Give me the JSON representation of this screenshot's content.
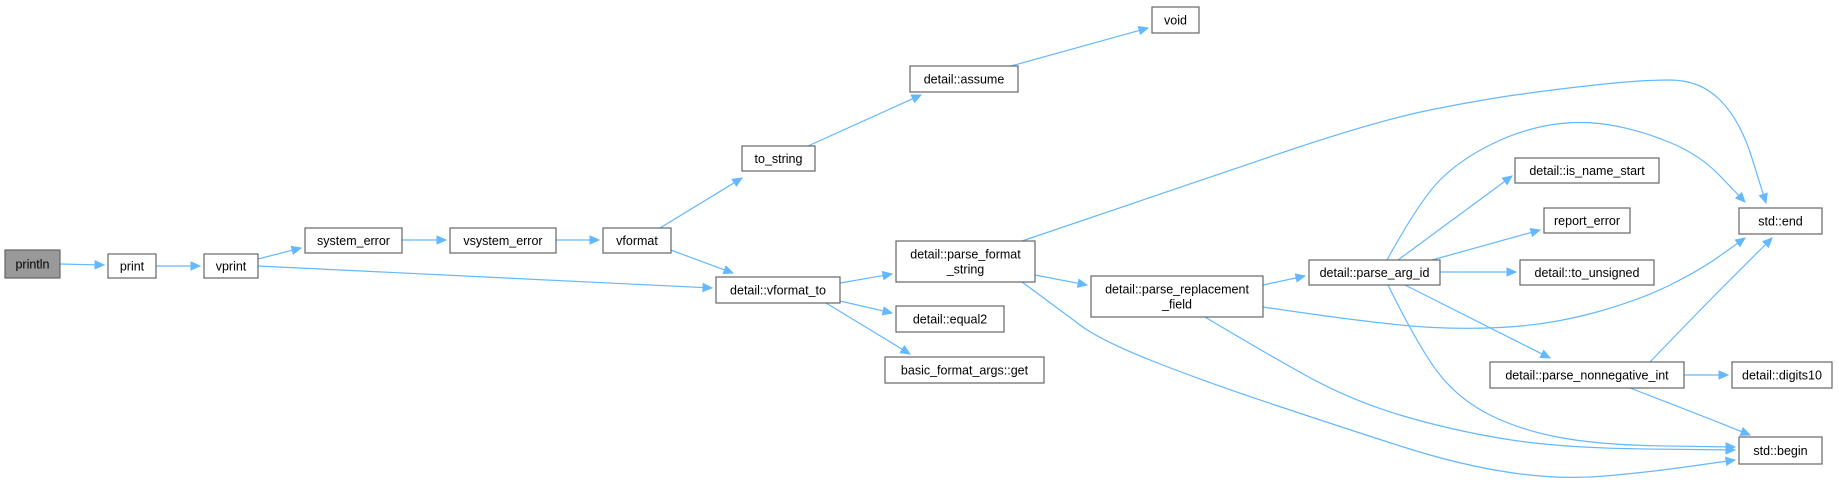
{
  "graph": {
    "nodes": [
      {
        "id": "println",
        "lines": [
          "println"
        ],
        "root": true
      },
      {
        "id": "print",
        "lines": [
          "print"
        ]
      },
      {
        "id": "vprint",
        "lines": [
          "vprint"
        ]
      },
      {
        "id": "system_error",
        "lines": [
          "system_error"
        ]
      },
      {
        "id": "vsystem_error",
        "lines": [
          "vsystem_error"
        ]
      },
      {
        "id": "vformat",
        "lines": [
          "vformat"
        ]
      },
      {
        "id": "to_string",
        "lines": [
          "to_string"
        ]
      },
      {
        "id": "assume",
        "lines": [
          "detail::assume"
        ]
      },
      {
        "id": "void",
        "lines": [
          "void"
        ]
      },
      {
        "id": "vformat_to",
        "lines": [
          "detail::vformat_to"
        ]
      },
      {
        "id": "parse_format_string",
        "lines": [
          "detail::parse_format",
          "_string"
        ]
      },
      {
        "id": "equal2",
        "lines": [
          "detail::equal2"
        ]
      },
      {
        "id": "bfa_get",
        "lines": [
          "basic_format_args::get"
        ]
      },
      {
        "id": "parse_replacement_field",
        "lines": [
          "detail::parse_replacement",
          "_field"
        ]
      },
      {
        "id": "parse_arg_id",
        "lines": [
          "detail::parse_arg_id"
        ]
      },
      {
        "id": "is_name_start",
        "lines": [
          "detail::is_name_start"
        ]
      },
      {
        "id": "report_error",
        "lines": [
          "report_error"
        ]
      },
      {
        "id": "to_unsigned",
        "lines": [
          "detail::to_unsigned"
        ]
      },
      {
        "id": "parse_nonnegative_int",
        "lines": [
          "detail::parse_nonnegative_int"
        ]
      },
      {
        "id": "digits10",
        "lines": [
          "detail::digits10"
        ]
      },
      {
        "id": "std_end",
        "lines": [
          "std::end"
        ]
      },
      {
        "id": "std_begin",
        "lines": [
          "std::begin"
        ]
      }
    ],
    "edges": [
      {
        "from": "println",
        "to": "print"
      },
      {
        "from": "print",
        "to": "vprint"
      },
      {
        "from": "vprint",
        "to": "system_error"
      },
      {
        "from": "vprint",
        "to": "vformat_to"
      },
      {
        "from": "system_error",
        "to": "vsystem_error"
      },
      {
        "from": "vsystem_error",
        "to": "vformat"
      },
      {
        "from": "vformat",
        "to": "to_string"
      },
      {
        "from": "vformat",
        "to": "vformat_to"
      },
      {
        "from": "to_string",
        "to": "assume"
      },
      {
        "from": "assume",
        "to": "void"
      },
      {
        "from": "vformat_to",
        "to": "parse_format_string"
      },
      {
        "from": "vformat_to",
        "to": "equal2"
      },
      {
        "from": "vformat_to",
        "to": "bfa_get"
      },
      {
        "from": "parse_format_string",
        "to": "std_end"
      },
      {
        "from": "parse_format_string",
        "to": "parse_replacement_field"
      },
      {
        "from": "parse_format_string",
        "to": "std_begin"
      },
      {
        "from": "parse_replacement_field",
        "to": "parse_arg_id"
      },
      {
        "from": "parse_replacement_field",
        "to": "std_end"
      },
      {
        "from": "parse_replacement_field",
        "to": "std_begin"
      },
      {
        "from": "parse_arg_id",
        "to": "std_end"
      },
      {
        "from": "parse_arg_id",
        "to": "is_name_start"
      },
      {
        "from": "parse_arg_id",
        "to": "report_error"
      },
      {
        "from": "parse_arg_id",
        "to": "to_unsigned"
      },
      {
        "from": "parse_arg_id",
        "to": "parse_nonnegative_int"
      },
      {
        "from": "parse_arg_id",
        "to": "std_begin"
      },
      {
        "from": "parse_nonnegative_int",
        "to": "std_end"
      },
      {
        "from": "parse_nonnegative_int",
        "to": "digits10"
      },
      {
        "from": "parse_nonnegative_int",
        "to": "std_begin"
      }
    ]
  }
}
